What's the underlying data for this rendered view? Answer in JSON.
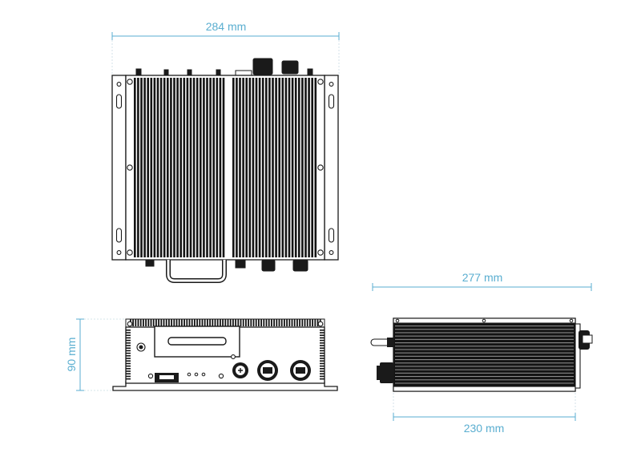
{
  "dimensions": {
    "top_width": "284 mm",
    "front_height": "90 mm",
    "side_length": "277 mm",
    "side_body_length": "230 mm"
  },
  "colors": {
    "dimension": "#5aaed0",
    "guide": "#c9dbe4",
    "outline": "#1a1a1a",
    "body_fill": "#ffffff",
    "fin_dark": "#141414"
  }
}
